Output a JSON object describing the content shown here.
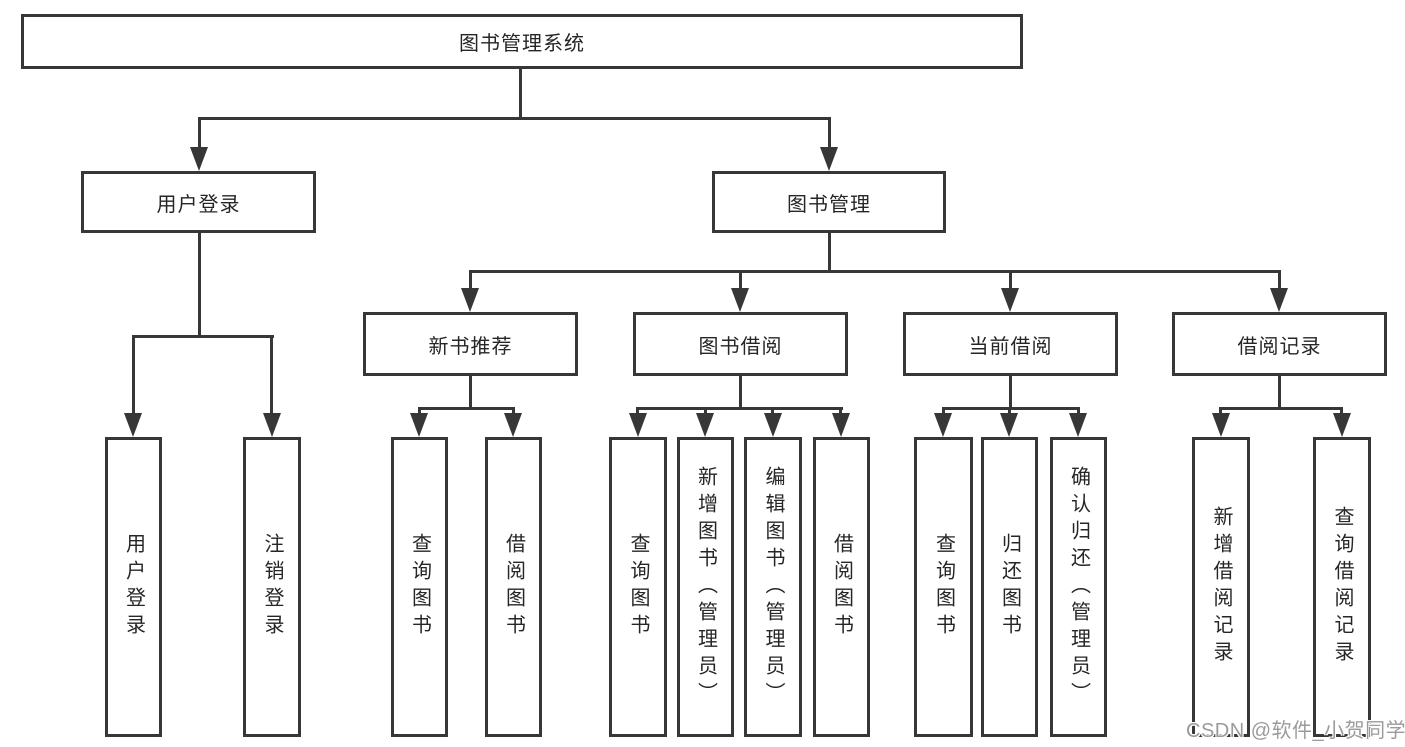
{
  "tree": {
    "root": {
      "label": "图书管理系统"
    },
    "branches": [
      {
        "label": "用户登录",
        "children": [
          "用户登录",
          "注销登录"
        ]
      },
      {
        "label": "图书管理",
        "groups": [
          {
            "label": "新书推荐",
            "children": [
              "查询图书",
              "借阅图书"
            ]
          },
          {
            "label": "图书借阅",
            "children": [
              "查询图书",
              "新增图书（管理员）",
              "编辑图书（管理员）",
              "借阅图书"
            ]
          },
          {
            "label": "当前借阅",
            "children": [
              "查询图书",
              "归还图书",
              "确认归还（管理员）"
            ]
          },
          {
            "label": "借阅记录",
            "children": [
              "新增借阅记录",
              "查询借阅记录"
            ]
          }
        ]
      }
    ]
  },
  "watermark": {
    "text": "CSDN @软件_小贺同学"
  },
  "colors": {
    "line": "#373737",
    "text": "#262626",
    "watermark": "#9b9b9b",
    "background": "#ffffff"
  }
}
